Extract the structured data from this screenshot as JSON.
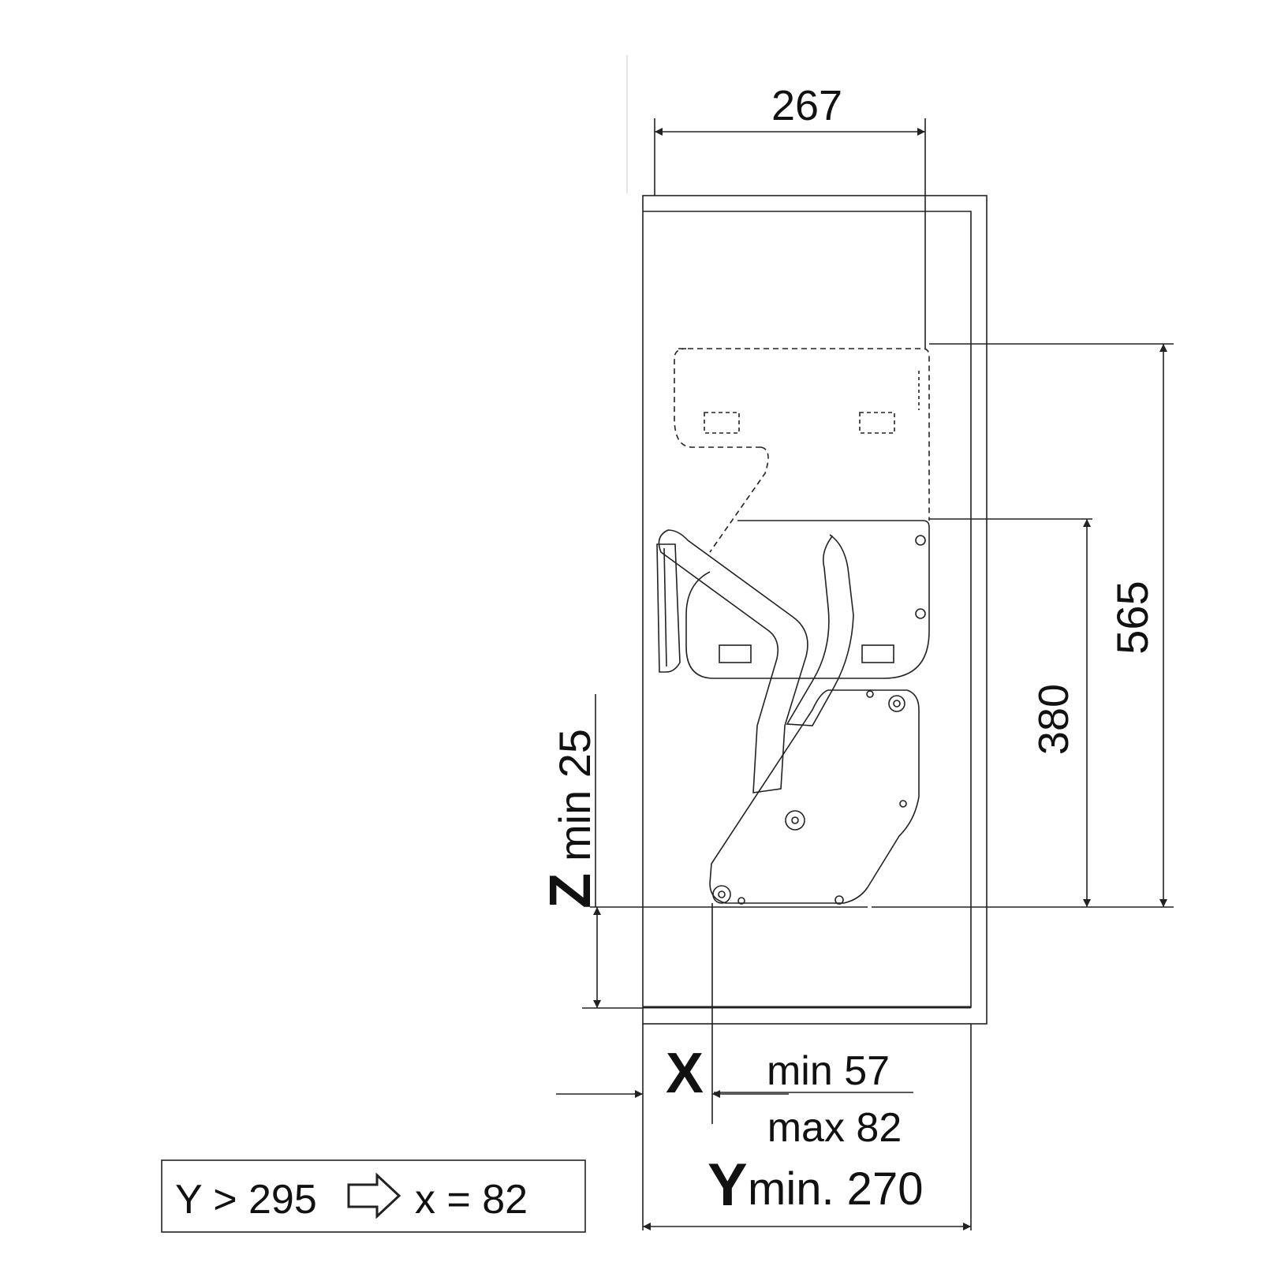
{
  "drawing": {
    "line_color": "#222222",
    "background": "#ffffff"
  },
  "dimensions": {
    "width_top": "267",
    "height_total": "565",
    "height_mech": "380",
    "z_letter": "Z",
    "z_value": "min 25",
    "x_letter": "X",
    "x_min": "min 57",
    "x_max": "max 82",
    "y_letter": "Y",
    "y_value": "min. 270"
  },
  "note": {
    "condition": "Y > 295",
    "arrow_icon": "hollow-right-arrow",
    "result": "x = 82"
  }
}
